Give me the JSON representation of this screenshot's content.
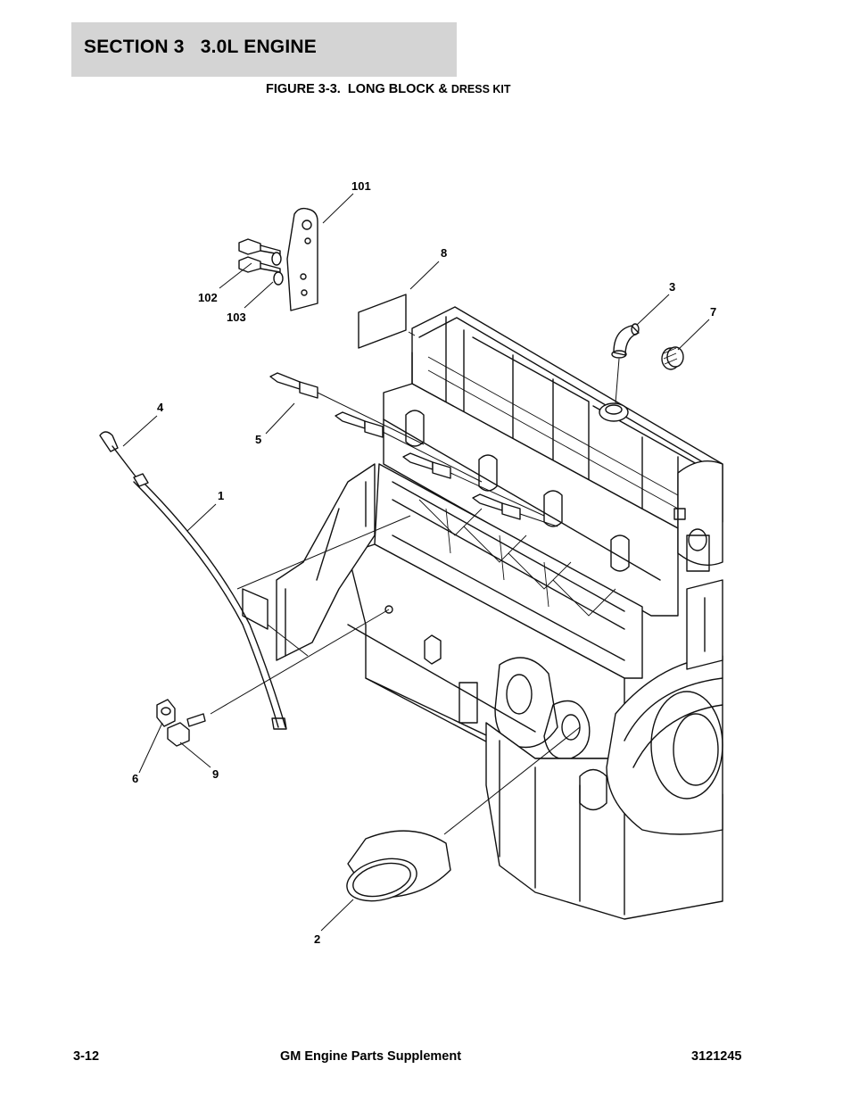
{
  "header": {
    "section_title": "SECTION 3   3.0L ENGINE"
  },
  "figure": {
    "caption_main": "FIGURE 3-3.  LONG BLOCK & ",
    "caption_small": "DRESS KIT"
  },
  "callouts": {
    "c101": "101",
    "c102": "102",
    "c103": "103",
    "c1": "1",
    "c2": "2",
    "c3": "3",
    "c4": "4",
    "c5": "5",
    "c6": "6",
    "c7": "7",
    "c8": "8",
    "c9": "9"
  },
  "footer": {
    "page_number": "3-12",
    "document_title": "GM Engine Parts Supplement",
    "part_number": "3121245"
  }
}
